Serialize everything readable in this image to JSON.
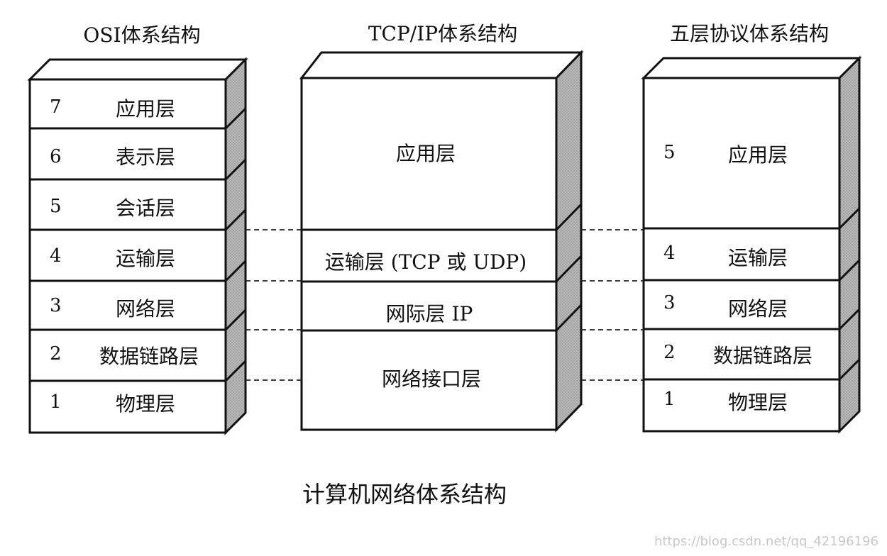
{
  "diagram": {
    "caption": "计算机网络体系结构",
    "watermark": "https://blog.csdn.net/qq_42196196",
    "stacks": [
      {
        "title": "OSI体系结构",
        "layers": [
          {
            "num": "7",
            "name": "应用层"
          },
          {
            "num": "6",
            "name": "表示层"
          },
          {
            "num": "5",
            "name": "会话层"
          },
          {
            "num": "4",
            "name": "运输层"
          },
          {
            "num": "3",
            "name": "网络层"
          },
          {
            "num": "2",
            "name": "数据链路层"
          },
          {
            "num": "1",
            "name": "物理层"
          }
        ]
      },
      {
        "title": "TCP/IP体系结构",
        "layers": [
          {
            "num": "",
            "name": "应用层"
          },
          {
            "num": "",
            "name": "运输层 (TCP 或 UDP)"
          },
          {
            "num": "",
            "name": "网际层 IP"
          },
          {
            "num": "",
            "name": "网络接口层"
          }
        ]
      },
      {
        "title": "五层协议体系结构",
        "layers": [
          {
            "num": "5",
            "name": "应用层"
          },
          {
            "num": "4",
            "name": "运输层"
          },
          {
            "num": "3",
            "name": "网络层"
          },
          {
            "num": "2",
            "name": "数据链路层"
          },
          {
            "num": "1",
            "name": "物理层"
          }
        ]
      }
    ]
  }
}
